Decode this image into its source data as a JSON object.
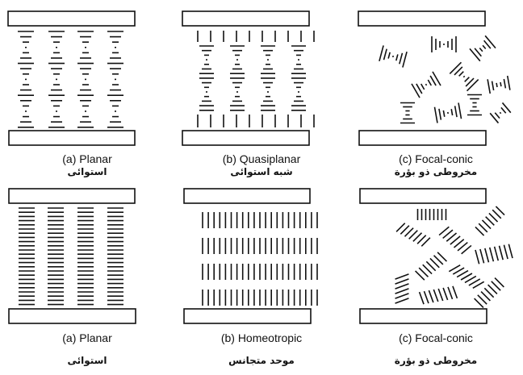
{
  "panels": [
    {
      "id": "top-a",
      "row": 1,
      "col": 1,
      "state": "planar",
      "label_en": "(a) Planar",
      "label_ar": "استوائی"
    },
    {
      "id": "top-b",
      "row": 1,
      "col": 2,
      "state": "quasiplanar",
      "label_en": "(b) Quasiplanar",
      "label_ar": "شبه استوائی"
    },
    {
      "id": "top-c",
      "row": 1,
      "col": 3,
      "state": "focal-conic-helical",
      "label_en": "(c) Focal-conic",
      "label_ar": "مخروطی ذو بؤرة"
    },
    {
      "id": "bot-a",
      "row": 2,
      "col": 1,
      "state": "planar-stack",
      "label_en": "(a) Planar",
      "label_ar": "استوائی"
    },
    {
      "id": "bot-b",
      "row": 2,
      "col": 2,
      "state": "homeotropic",
      "label_en": "(b) Homeotropic",
      "label_ar": "موحد متجانس"
    },
    {
      "id": "bot-c",
      "row": 2,
      "col": 3,
      "state": "focal-conic-domains",
      "label_en": "(c) Focal-conic",
      "label_ar": "مخروطی ذو بؤرة"
    }
  ],
  "colors": {
    "ink": "#111111",
    "background": "#ffffff"
  }
}
